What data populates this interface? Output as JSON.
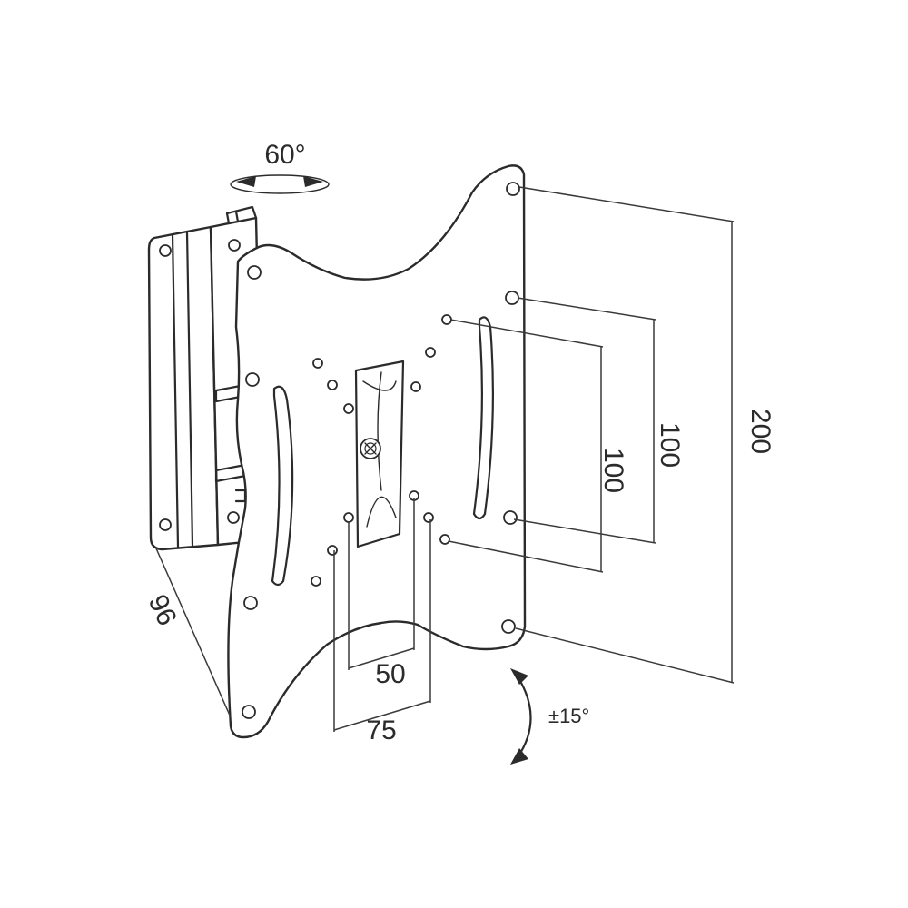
{
  "annotations": {
    "swivel_angle": "60°",
    "tilt_angle": "±15°",
    "depth": "96",
    "vesa_outer_height": "200",
    "vesa_mid_height": "100",
    "vesa_inner_height": "100",
    "vesa_inner_width": "50",
    "vesa_outer_width": "75"
  },
  "colors": {
    "line": "#2b2b2b",
    "background": "#ffffff"
  }
}
